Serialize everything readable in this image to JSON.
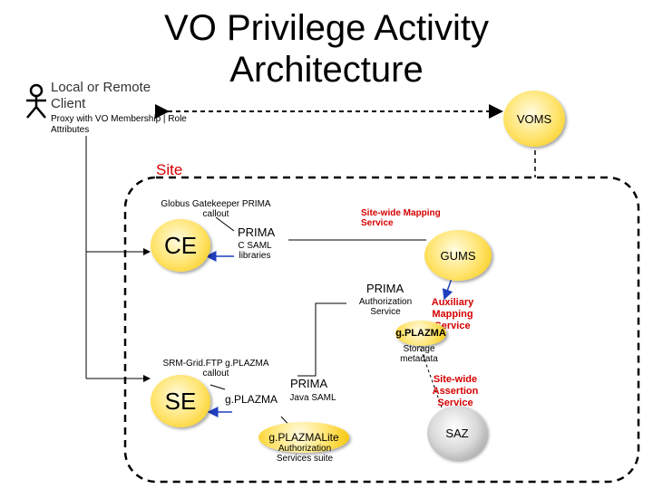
{
  "title": "VO Privilege Activity Architecture",
  "client": {
    "label": "Local or Remote Client",
    "proxy_note": "Proxy with VO Membership | Role Attributes"
  },
  "voms": {
    "label": "VOMS"
  },
  "site": {
    "label": "Site"
  },
  "ce": {
    "label": "CE",
    "callout": "Globus Gatekeeper PRIMA callout",
    "prima_label": "PRIMA",
    "prima_sub": "C SAML libraries"
  },
  "gums": {
    "label": "GUMS",
    "title": "Site-wide Mapping Service"
  },
  "auth_service": {
    "prima_label": "PRIMA",
    "sub": "Authorization Service",
    "aux": "Auxiliary Mapping Service",
    "gplazma": "g.PLAZMA",
    "storage": "Storage metadata"
  },
  "se": {
    "label": "SE",
    "callout": "SRM-Grid.FTP g.PLAZMA callout",
    "gplazma_label": "g.PLAZMA",
    "prima_label": "PRIMA",
    "prima_sub": "Java SAML"
  },
  "gplazmalite": {
    "label": "g.PLAZMALite",
    "sub": "Authorization Services suite"
  },
  "saz": {
    "label": "SAZ",
    "title": "Site-wide Assertion Service"
  },
  "colors": {
    "accent_red": "#d60000",
    "node_yellow": "#ffe36a",
    "node_gray": "#bdbdbd",
    "arrow_blue": "#1f3fbf"
  }
}
